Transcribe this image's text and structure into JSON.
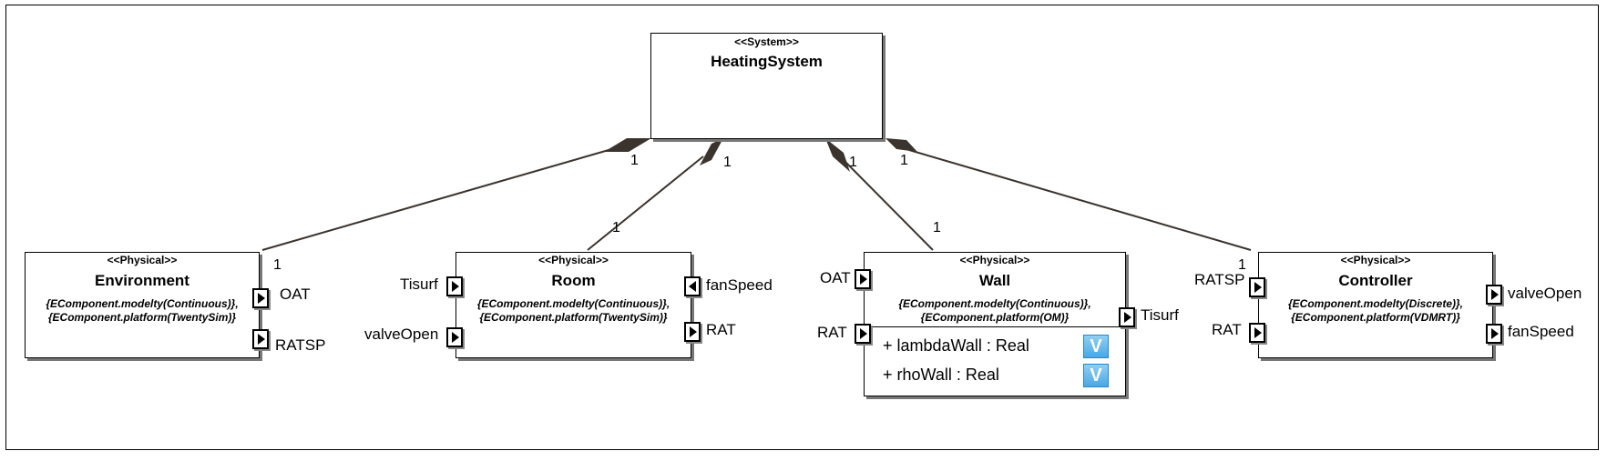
{
  "system": {
    "stereotype": "<<System>>",
    "name": "HeatingSystem"
  },
  "blocks": {
    "environment": {
      "stereotype": "<<Physical>>",
      "name": "Environment",
      "constraint1": "{EComponent.modelty(Continuous)},",
      "constraint2": "{EComponent.platform(TwentySim)}",
      "ports": {
        "oat": "OAT",
        "ratsp": "RATSP"
      }
    },
    "room": {
      "stereotype": "<<Physical>>",
      "name": "Room",
      "constraint1": "{EComponent.modelty(Continuous)},",
      "constraint2": "{EComponent.platform(TwentySim)}",
      "ports": {
        "tisurf": "Tisurf",
        "valveOpen": "valveOpen",
        "fanSpeed": "fanSpeed",
        "rat": "RAT"
      }
    },
    "wall": {
      "stereotype": "<<Physical>>",
      "name": "Wall",
      "constraint1": "{EComponent.modelty(Continuous)},",
      "constraint2": "{EComponent.platform(OM)}",
      "ports": {
        "oat": "OAT",
        "rat": "RAT",
        "tisurf": "Tisurf"
      },
      "attributes": [
        "+ lambdaWall : Real",
        "+ rhoWall : Real"
      ],
      "attr_icon": "V"
    },
    "controller": {
      "stereotype": "<<Physical>>",
      "name": "Controller",
      "constraint1": "{EComponent.modelty(Discrete)},",
      "constraint2": "{EComponent.platform(VDMRT)}",
      "ports": {
        "ratsp": "RATSP",
        "rat": "RAT",
        "valveOpen": "valveOpen",
        "fanSpeed": "fanSpeed"
      }
    }
  },
  "multiplicities": {
    "env_top": "1",
    "env_bottom": "1",
    "room_top": "1",
    "room_bottom": "1",
    "wall_top": "1",
    "wall_bottom": "1",
    "ctrl_top": "1",
    "ctrl_bottom": "1"
  },
  "colors": {
    "line": "#3b342e",
    "diamond": "#3b342e",
    "shadow": "#777777"
  },
  "icons": {
    "in_port": "triangle-right-icon",
    "out_port": "triangle-left-icon",
    "attr_icon": "value-v-icon"
  }
}
